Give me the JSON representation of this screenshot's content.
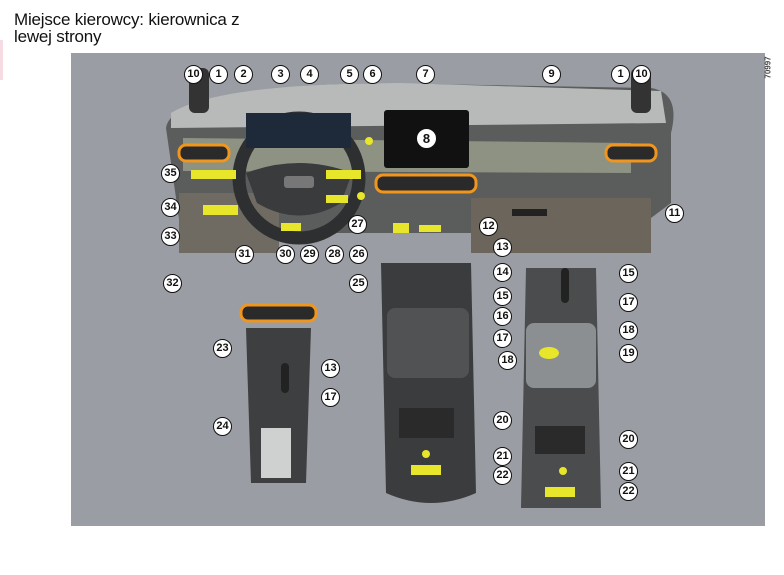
{
  "title_line1": "Miejsce kierowcy: kierownica z",
  "title_line2": "lewej strony",
  "figure_code": "70997",
  "callouts": [
    "10",
    "1",
    "2",
    "3",
    "4",
    "5",
    "6",
    "7",
    "9",
    "1",
    "10",
    "8",
    "35",
    "34",
    "33",
    "32",
    "31",
    "30",
    "29",
    "28",
    "27",
    "26",
    "25",
    "11",
    "12",
    "13",
    "14",
    "15",
    "16",
    "17",
    "18",
    "20",
    "21",
    "22",
    "15",
    "17",
    "18",
    "19",
    "20",
    "21",
    "22",
    "23",
    "13",
    "17",
    "24"
  ],
  "colors": {
    "highlight_yellow": "#e8e62a",
    "highlight_orange": "#f0961e",
    "background_gray": "#9a9da3"
  }
}
